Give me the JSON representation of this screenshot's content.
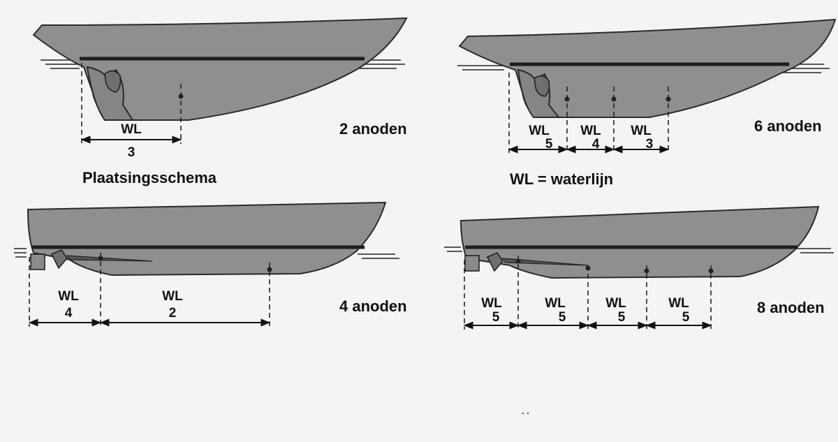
{
  "caption_left": "Plaatsingsschema",
  "caption_right": "WL = waterlijn",
  "boats": [
    {
      "count_label": "2 anoden",
      "sections": [
        {
          "top": "WL",
          "bottom": "3"
        }
      ]
    },
    {
      "count_label": "6 anoden",
      "sections": [
        {
          "top": "WL",
          "bottom": "5"
        },
        {
          "top": "WL",
          "bottom": "4"
        },
        {
          "top": "WL",
          "bottom": "3"
        }
      ]
    },
    {
      "count_label": "4 anoden",
      "sections": [
        {
          "top": "WL",
          "bottom": "4"
        },
        {
          "top": "WL",
          "bottom": "2"
        }
      ]
    },
    {
      "count_label": "8 anoden",
      "sections": [
        {
          "top": "WL",
          "bottom": "5"
        },
        {
          "top": "WL",
          "bottom": "5"
        },
        {
          "top": "WL",
          "bottom": "5"
        },
        {
          "top": "WL",
          "bottom": "5"
        }
      ]
    }
  ]
}
